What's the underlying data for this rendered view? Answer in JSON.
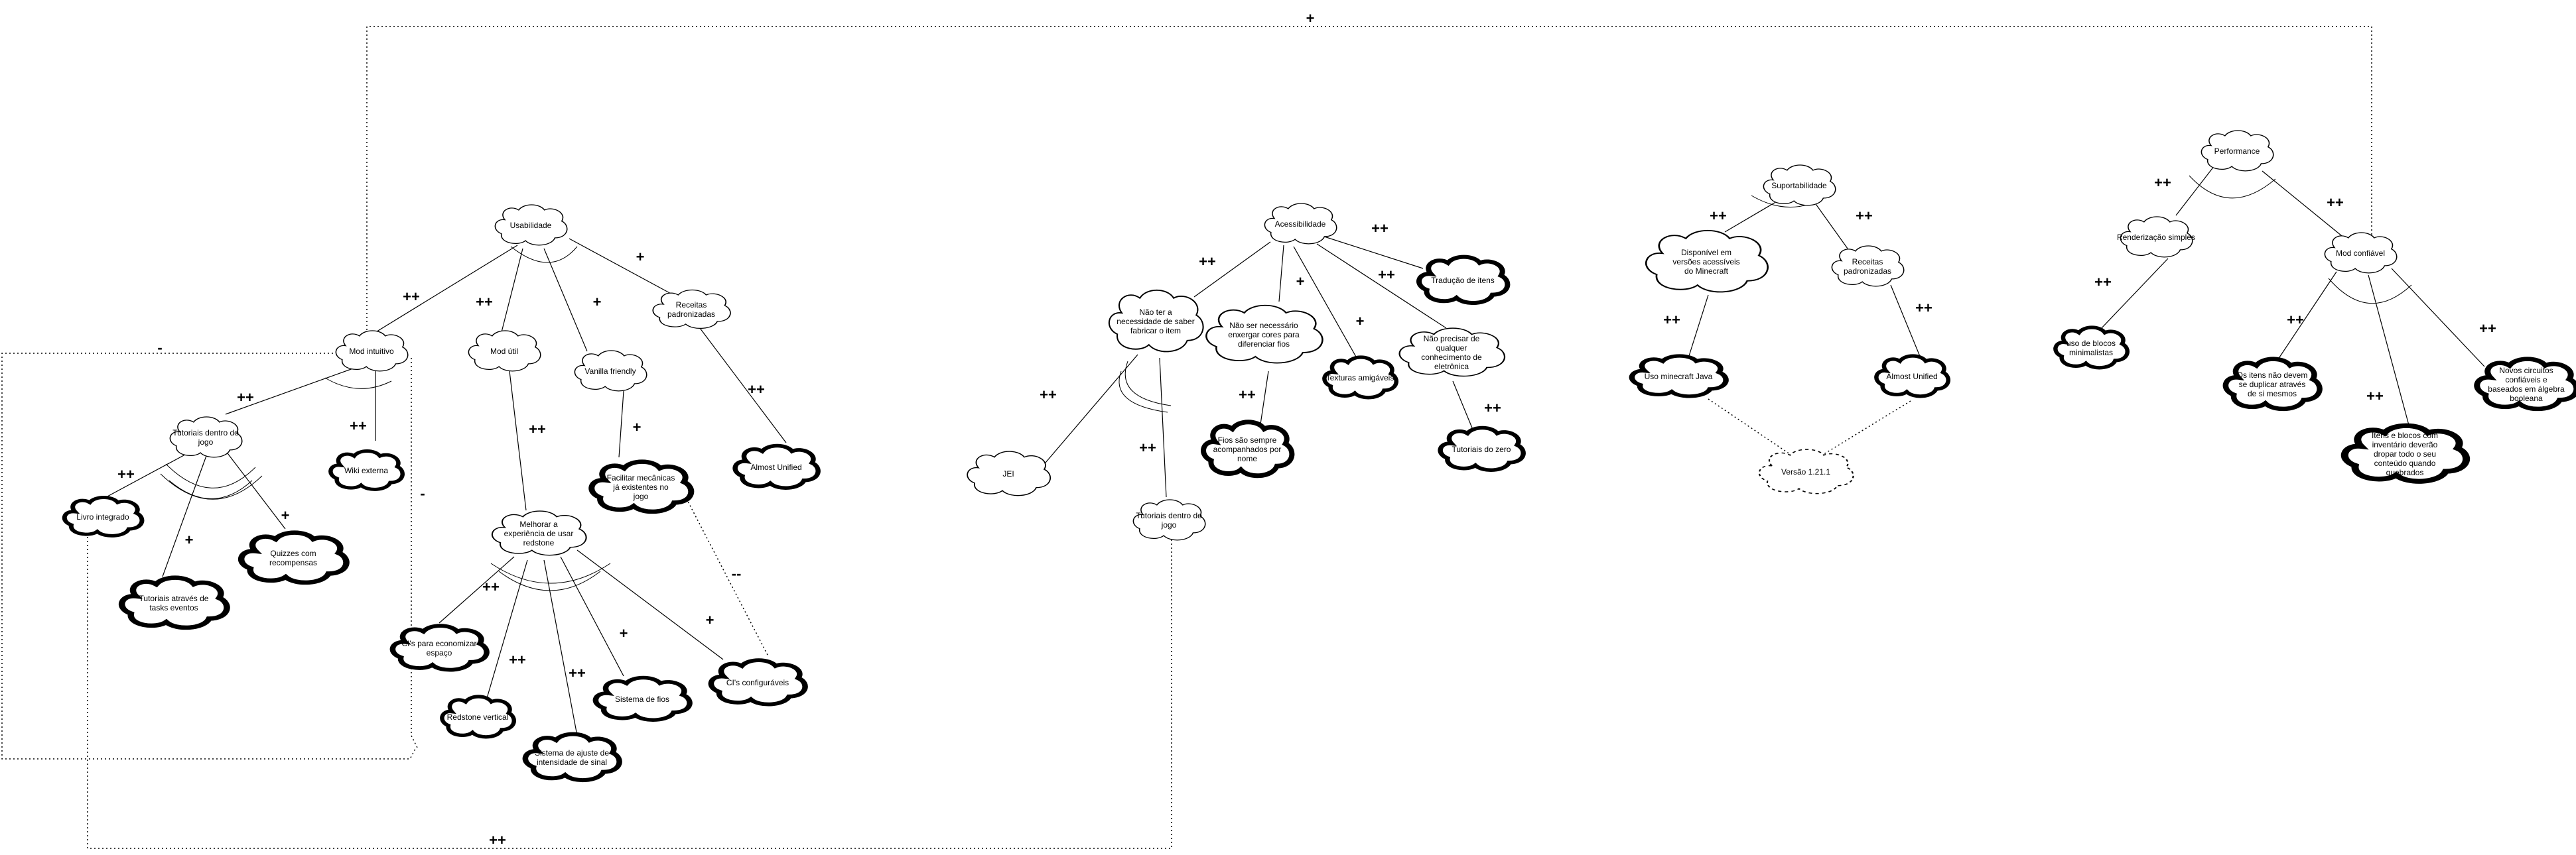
{
  "nodes": {
    "usabilidade": {
      "label": "Usabilidade"
    },
    "mod_intuitivo": {
      "label": "Mod intuitivo"
    },
    "mod_util": {
      "label": "Mod útil"
    },
    "vanilla_friendly": {
      "label": "Vanilla friendly"
    },
    "receitas_padronizadas_1": {
      "label": "Receitas padronizadas"
    },
    "tutoriais_jogo_1": {
      "label": "Tutoriais dentro do jogo"
    },
    "wiki_externa": {
      "label": "Wiki externa"
    },
    "livro_integrado": {
      "label": "Livro integrado"
    },
    "tutoriais_tasks": {
      "label": "Tutoriais através de tasks eventos"
    },
    "quizzes": {
      "label": "Quizzes com recompensas"
    },
    "melhorar_redstone": {
      "label": "Melhorar a experiência de usar redstone"
    },
    "facilitar_mecanicas": {
      "label": "Facilitar mecânicas já existentes no jogo"
    },
    "almost_unified_1": {
      "label": "Almost Unified"
    },
    "cis_economizar": {
      "label": "CI's para economizar espaço"
    },
    "redstone_vertical": {
      "label": "Redstone vertical"
    },
    "sistema_ajuste": {
      "label": "Sistema de ajuste de intensidade de sinal"
    },
    "sistema_fios": {
      "label": "Sistema de fios"
    },
    "cis_configuraveis": {
      "label": "CI's configuráveis"
    },
    "acessibilidade": {
      "label": "Acessibilidade"
    },
    "nao_saber_fabricar": {
      "label": "Não ter a necessidade de saber fabricar o item"
    },
    "nao_enxergar_cores": {
      "label": "Não ser necessário enxergar cores para diferenciar fios"
    },
    "traducao": {
      "label": "Tradução de itens"
    },
    "texturas": {
      "label": "Texturas amigáveis"
    },
    "nao_eletronica": {
      "label": "Não precisar de qualquer conhecimento de eletrônica"
    },
    "jei": {
      "label": "JEI"
    },
    "tutoriais_jogo_2": {
      "label": "Tutoriais dentro do jogo"
    },
    "fios_sempre": {
      "label": "Fios são sempre acompanhados por nome"
    },
    "tutoriais_zero": {
      "label": "Tutoriais do zero"
    },
    "suportabilidade": {
      "label": "Suportabilidade"
    },
    "disponivel_versoes": {
      "label": "Disponível em versões acessíveis do Minecraft"
    },
    "receitas_padronizadas_2": {
      "label": "Receitas padronizadas"
    },
    "uso_java": {
      "label": "Uso minecraft Java"
    },
    "almost_unified_2": {
      "label": "Almost Unified"
    },
    "versao": {
      "label": "Versão 1.21.1"
    },
    "performance": {
      "label": "Performance"
    },
    "renderizacao": {
      "label": "Renderização simples"
    },
    "mod_confiavel": {
      "label": "Mod confiável"
    },
    "blocos_minimalistas": {
      "label": "uso de blocos minimalistas"
    },
    "itens_nao_duplicar": {
      "label": "Os itens não devem se duplicar através de si mesmos"
    },
    "itens_blocos_inventario": {
      "label": "Itens e blocos com inventário deverão dropar todo o seu conteúdo quando quebrados"
    },
    "novos_circuitos": {
      "label": "Novos circuitos confiáveis e baseados em álgebra booleana"
    }
  },
  "contributions": {
    "top_plus": "+",
    "mi_minus": "-",
    "mi_minus_right": "-",
    "u_mi": "++",
    "u_mu": "++",
    "u_vf": "+",
    "u_rp": "+",
    "mi_tj": "++",
    "mi_wiki": "++",
    "tj_li": "++",
    "tj_tt": "+",
    "tj_qz": "+",
    "mu_mr": "++",
    "vf_fm": "+",
    "rp_au": "++",
    "fm_ci": "--",
    "mr_ce": "++",
    "mr_rv": "++",
    "mr_sa": "++",
    "mr_sf": "+",
    "mr_ci": "+",
    "bottom_plus": "++",
    "a_ns": "++",
    "a_ne": "+",
    "a_tr": "++",
    "a_nc": "++",
    "a_tx": "+",
    "ns_jei": "++",
    "ns_tj": "++",
    "ne_fs": "++",
    "nc_tz": "++",
    "s_dv": "++",
    "s_rp": "++",
    "dv_uj": "++",
    "rp_au2": "++",
    "p_rs": "++",
    "p_mc": "++",
    "rs_bm": "++",
    "mc_in": "++",
    "mc_ib": "++",
    "mc_nc": "++"
  }
}
